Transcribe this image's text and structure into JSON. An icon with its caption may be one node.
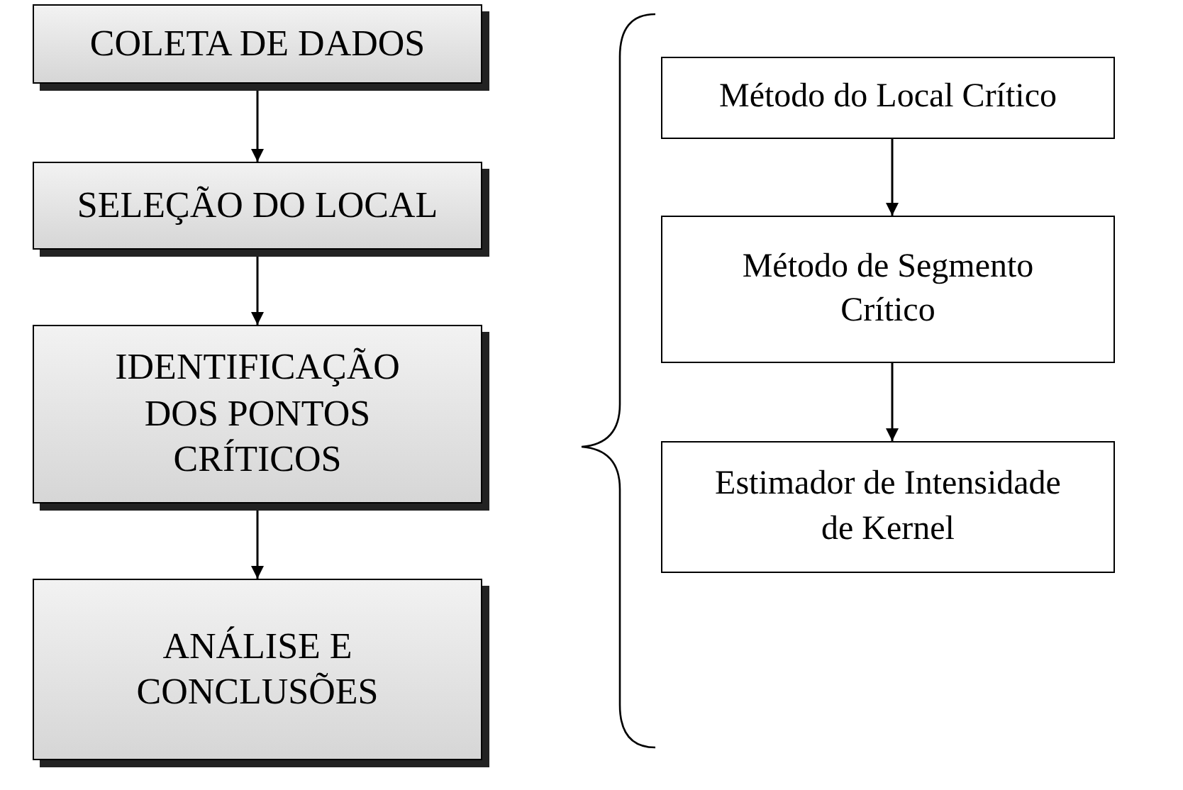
{
  "diagram": {
    "nodes": [
      {
        "text": [
          "COLETA DE DADOS"
        ]
      },
      {
        "text": [
          "SELEÇÃO DO LOCAL"
        ]
      },
      {
        "text": [
          "IDENTIFICAÇÃO DOS PONTOS CRÍTICOS"
        ]
      },
      {
        "text": [
          "ANÁLISE E CONCLUSÕES"
        ]
      },
      {
        "text": [
          "Método do Local Crítico"
        ]
      },
      {
        "text": [
          "Método de Segmento Crítico"
        ]
      },
      {
        "text": [
          "Estimador de Intensidade de Kernel"
        ]
      }
    ],
    "edges": [
      {
        "from": 0,
        "to": 1,
        "arrow": "to"
      },
      {
        "from": 1,
        "to": 2,
        "arrow": "to"
      },
      {
        "from": 2,
        "to": 3,
        "arrow": "to"
      },
      {
        "from": 4,
        "to": 5,
        "arrow": "to"
      },
      {
        "from": 5,
        "to": 6,
        "arrow": "to"
      }
    ]
  }
}
